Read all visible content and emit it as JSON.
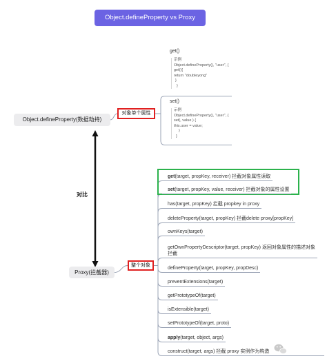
{
  "title": "Object.defineProperty vs Proxy",
  "compare_label": "对比",
  "define_property": {
    "label": "Object.defineProperty(数据劫持)",
    "branch": "对象单个属性",
    "get": {
      "label": "get()",
      "code": [
        "示例",
        "Object.defineProperty(), \"user\", {",
        "get(){",
        "return \"doubleyong\"",
        "}",
        "}"
      ]
    },
    "set": {
      "label": "set()",
      "code": [
        "示例",
        "Object.defineProperty(), \"user\", {",
        "set(, value ) {",
        "this.user = value;",
        "}",
        "}"
      ]
    }
  },
  "proxy": {
    "label": "Proxy(拦截器)",
    "branch": "整个对象",
    "traps": [
      {
        "name": "get",
        "rest": "(target, propKey, receiver) 拦截对象属性读取"
      },
      {
        "name": "set",
        "rest": "(target, propKey, value, receiver) 拦截对象的属性设置"
      },
      {
        "name": "has",
        "rest": "(target, propKey) 拦截 propkey in proxy"
      },
      {
        "name": "deleteProperty",
        "rest": "(target, propKey) 拦截delete proxy[propKey]"
      },
      {
        "name": "ownKeys",
        "rest": "(target)"
      },
      {
        "name": "getOwnPropertyDescriptor",
        "rest": "(target, propKey) 返回对象属性的描述对象",
        "rest_line2": "拦截"
      },
      {
        "name": "defineProperty",
        "rest": "(target, propKey, propDesc)"
      },
      {
        "name": "preventExtensions",
        "rest": "(target)"
      },
      {
        "name": "getPrototypeOf",
        "rest": "(target)"
      },
      {
        "name": "isExtensible",
        "rest": "(target)"
      },
      {
        "name": "setPrototypeOf",
        "rest": "(target, proto)"
      },
      {
        "name": "apply",
        "rest": "(target, object, args)"
      },
      {
        "name": "construct",
        "rest": "(target, args) 拦截 proxy 实例作为构造"
      }
    ]
  },
  "colors": {
    "title_bg": "#6b63e3",
    "highlight_red": "#e02020",
    "highlight_green": "#2bb24c",
    "connector": "#9aa3b5",
    "node_bg": "#ececee"
  },
  "icons": {
    "compare_arrow": "double-headed-arrow-icon",
    "watermark": "wechat-icon"
  }
}
